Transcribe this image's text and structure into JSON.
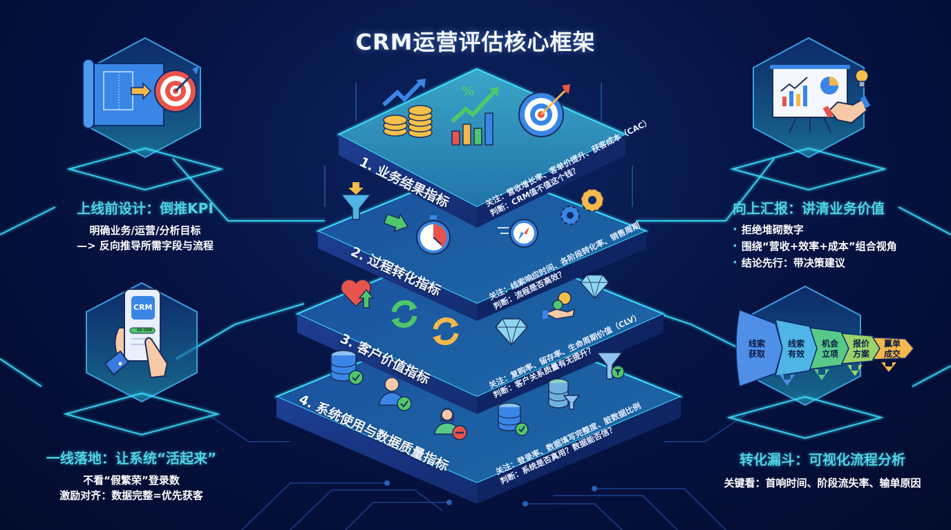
{
  "title": "CRM运营评估核心框架",
  "colors": {
    "background": "#061445",
    "accent_cyan": "#4fd3e6",
    "layer_top": "#2a8fb5",
    "layer_side": "#1b3a8a",
    "glow": "#3ee0ff"
  },
  "left_top": {
    "icon": "blueprint-target-icon",
    "heading": "上线前设计：倒推KPI",
    "lines": [
      "明确业务/运营/分析目标",
      "—> 反向推导所需字段与流程"
    ]
  },
  "left_bottom": {
    "icon": "phone-crm-hand-icon",
    "phone_app_label": "CRM",
    "phone_button_label": "SD CRM",
    "heading": "一线落地：让系统“活起来”",
    "lines": [
      "不看“假繁荣”登录数",
      "激励对齐：数据完整=优先获客"
    ]
  },
  "right_top": {
    "icon": "presentation-handshake-icon",
    "heading": "向上汇报：讲清业务价值",
    "bullets": [
      "拒绝堆砌数字",
      "围绕“营收+效率+成本”组合视角",
      "结论先行：带决策建议"
    ]
  },
  "right_bottom": {
    "icon": "conversion-funnel-icon",
    "heading": "转化漏斗：可视化流程分析",
    "line": "关键看：首响时间、阶段流失率、输单原因",
    "stages": [
      {
        "line1": "线索",
        "line2": "获取",
        "color": "#4f8fe8"
      },
      {
        "line1": "线索",
        "line2": "有效",
        "color": "#4fb4e6"
      },
      {
        "line1": "机会",
        "line2": "立项",
        "color": "#58c987"
      },
      {
        "line1": "报价",
        "line2": "方案",
        "color": "#9bd36a"
      },
      {
        "line1": "赢单",
        "line2": "成交",
        "color": "#f5b84a"
      }
    ]
  },
  "layers": [
    {
      "label": "1. 业务结果指标",
      "focus": "关注：营收增长率、客单价提升、获客成本（CAC）",
      "judge": "判断：CRM值不值这个钱？",
      "icons": [
        "coins-growth-icon",
        "percent-bar-chart-icon",
        "target-dart-icon"
      ]
    },
    {
      "label": "2. 过程转化指标",
      "focus": "关注：线索响应时间、各阶段转化率、销售周期",
      "judge": "判断：流程是否高效？",
      "icons": [
        "funnel-icon",
        "stopwatch-icon",
        "speed-compass-icon",
        "gears-icon"
      ]
    },
    {
      "label": "3. 客户价值指标",
      "focus": "关注：复购率、留存率、生命周期价值（CLV）",
      "judge": "判断：客户关系质量有无提升？",
      "icons": [
        "heart-up-icon",
        "refresh-green-icon",
        "refresh-orange-icon",
        "diamond-icon",
        "hand-coin-icon"
      ]
    },
    {
      "label": "4. 系统使用与数据质量指标",
      "focus": "关注：登录率、数据填写完整度、脏数据比例",
      "judge": "判断：系统是否真用？数据能否信？",
      "icons": [
        "database-check-icon",
        "user-check-icon",
        "user-remove-icon",
        "database-filter-icon"
      ]
    }
  ]
}
